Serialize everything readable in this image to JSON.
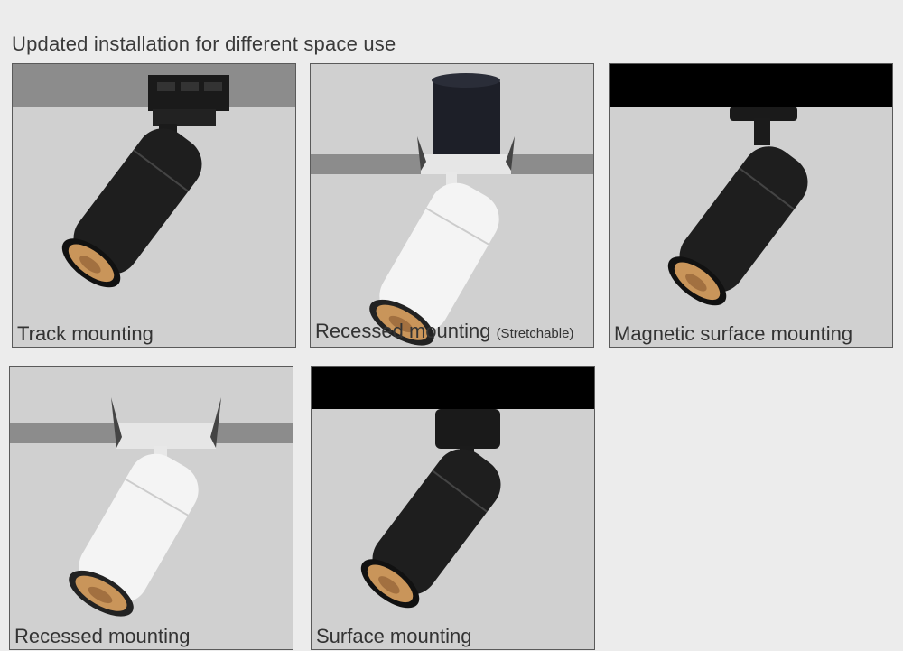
{
  "header": {
    "title": "Updated installation for different space use"
  },
  "panels": [
    {
      "caption": "Track mounting",
      "note": ""
    },
    {
      "caption": "Recessed mounting ",
      "note": "(Stretchable)"
    },
    {
      "caption": "Magnetic surface mounting",
      "note": ""
    },
    {
      "caption": "Recessed mounting",
      "note": ""
    },
    {
      "caption": "Surface mounting",
      "note": ""
    }
  ],
  "colors": {
    "panel_bg": "#d0d0d0",
    "ceiling": "#8c8c8c",
    "black": "#000000",
    "lamp_black": "#1e1e1e",
    "lamp_white": "#f4f4f4",
    "reflector": "#c9955a"
  }
}
